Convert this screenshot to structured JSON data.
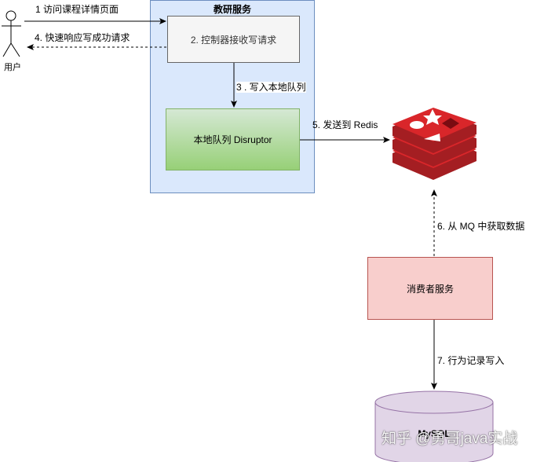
{
  "group": {
    "title": "教研服务"
  },
  "actor": {
    "label": "用户"
  },
  "nodes": {
    "controller": "2. 控制器接收写请求",
    "disruptor": "本地队列 Disruptor",
    "consumer": "消费者服务",
    "redis": "",
    "db": "MySQL"
  },
  "edges": {
    "e1": "1 访问课程详情页面",
    "e3": "3 . 写入本地队列",
    "e4": "4. 快速响应写成功请求",
    "e5": "5. 发送到 Redis",
    "e6": "6. 从 MQ 中获取数据",
    "e7": "7. 行为记录写入"
  },
  "watermark": "知乎 @勇哥java实战",
  "colors": {
    "group_fill": "#dae8fc",
    "group_stroke": "#6c8ebf",
    "controller_fill": "#f5f5f5",
    "disruptor_fill": "#97d077",
    "consumer_fill": "#f8cecc",
    "db_fill": "#e1d5e7",
    "redis_red": "#d9262a"
  }
}
